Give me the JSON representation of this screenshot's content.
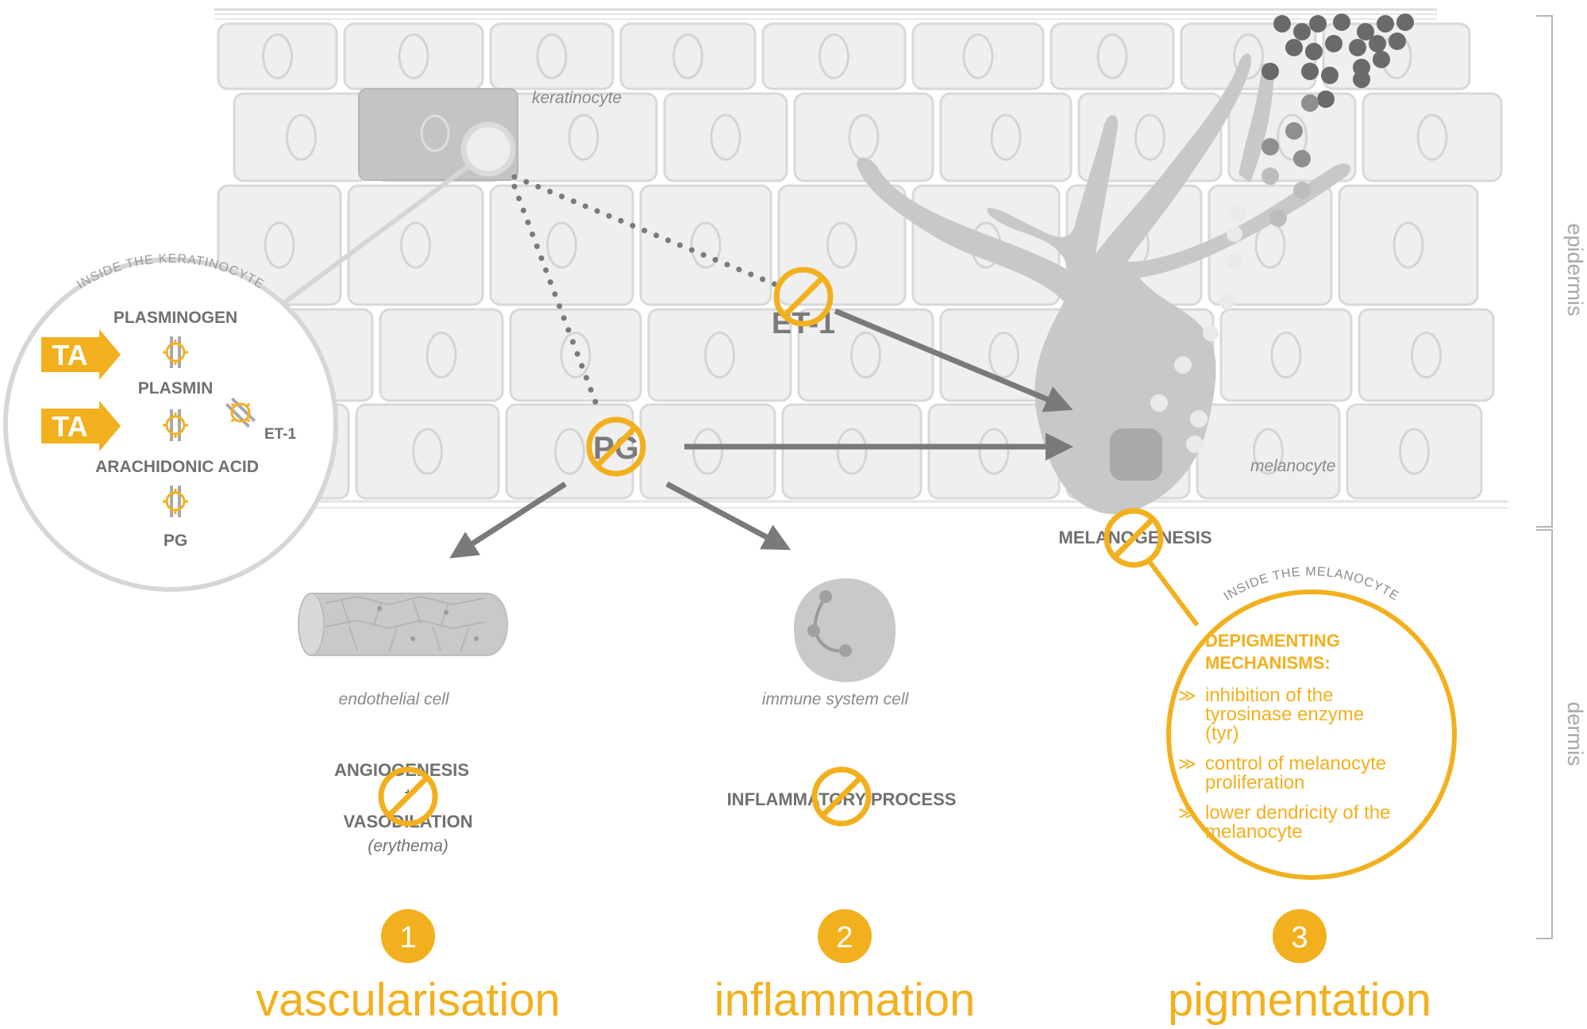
{
  "labels": {
    "keratinocyte": "keratinocyte",
    "melanocyte": "melanocyte",
    "epidermis": "epidermis",
    "dermis": "dermis",
    "et1": "ET-1",
    "pg": "PG",
    "melanogenesis": "MELANOGENESIS",
    "endothelial_cell": "endothelial cell",
    "immune_cell": "immune system cell",
    "angiogenesis": "ANGIOGENESIS",
    "plus": "+",
    "vasodilation": "VASODILATION",
    "erythema": "(erythema)",
    "inflammatory_process": "INFLAMMATORY PROCESS"
  },
  "keratinocyte_inset": {
    "title": "INSIDE THE KERATINOCYTE",
    "plasminogen": "PLASMINOGEN",
    "plasmin": "PLASMIN",
    "arachidonic_acid": "ARACHIDONIC ACID",
    "pg": "PG",
    "et1": "ET-1",
    "ta_1": "TA",
    "ta_2": "TA"
  },
  "melanocyte_inset": {
    "title": "INSIDE THE MELANOCYTE",
    "heading_1": "DEPIGMENTING",
    "heading_2": "MECHANISMS:",
    "items": [
      {
        "lines": [
          "inhibition of the",
          "tyrosinase enzyme",
          "(tyr)"
        ]
      },
      {
        "lines": [
          "control of melanocyte",
          "proliferation"
        ]
      },
      {
        "lines": [
          "lower dendricity of the",
          "melanocyte"
        ]
      }
    ]
  },
  "effects": [
    {
      "number": "1",
      "label": "vascularisation"
    },
    {
      "number": "2",
      "label": "inflammation"
    },
    {
      "number": "3",
      "label": "pigmentation"
    }
  ],
  "colors": {
    "accent": "#f2b01e",
    "grey_text": "#707070",
    "arrow": "#7a7a7a"
  }
}
